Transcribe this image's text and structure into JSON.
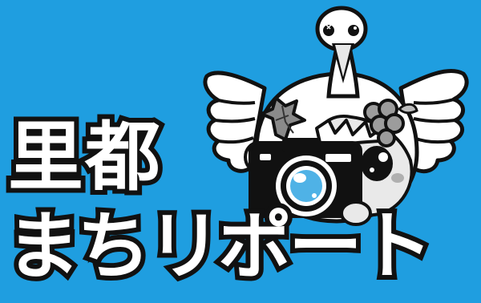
{
  "banner": {
    "title_line_1": "里都",
    "title_line_2": "まちリポート",
    "background_color": "#1f9ee0",
    "mascot": {
      "icon": "crane-mascot-with-camera",
      "hair_ornament": "ivy-leaf-and-grapes"
    }
  }
}
